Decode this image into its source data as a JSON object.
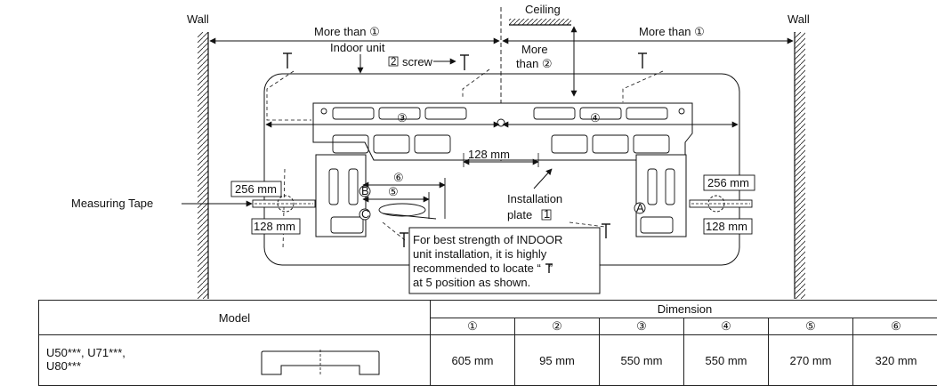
{
  "diagram": {
    "wall_left": "Wall",
    "wall_right": "Wall",
    "ceiling": "Ceiling",
    "more_than_1_left": "More than ①",
    "more_than_1_right": "More than ①",
    "more_line1": "More",
    "more_line2": "than ②",
    "indoor_unit": "Indoor unit",
    "screw_num": "2",
    "screw": "screw",
    "measuring_tape": "Measuring Tape",
    "installation_line1": "Installation",
    "installation_line2": "plate",
    "installation_num": "1",
    "dim_128_center": "128 mm",
    "dim_256_left": "256 mm",
    "dim_128_left": "128 mm",
    "dim_256_right": "256 mm",
    "dim_128_right": "128 mm",
    "circ3": "③",
    "circ4": "④",
    "circ5": "⑤",
    "circ6": "⑥",
    "letter_a": "A",
    "letter_b": "B",
    "letter_c": "C",
    "note_line1": "For best strength of INDOOR",
    "note_line2": "unit installation, it is highly",
    "note_line3": "recommended to locate “",
    "note_line3b": "”",
    "note_line4": "at 5 position as shown."
  },
  "table": {
    "model_header": "Model",
    "dimension_header": "Dimension",
    "columns": [
      "①",
      "②",
      "③",
      "④",
      "⑤",
      "⑥"
    ],
    "row": {
      "model": "U50***, U71***,\nU80***",
      "values": [
        "605 mm",
        "95 mm",
        "550 mm",
        "550 mm",
        "270 mm",
        "320 mm"
      ]
    }
  }
}
